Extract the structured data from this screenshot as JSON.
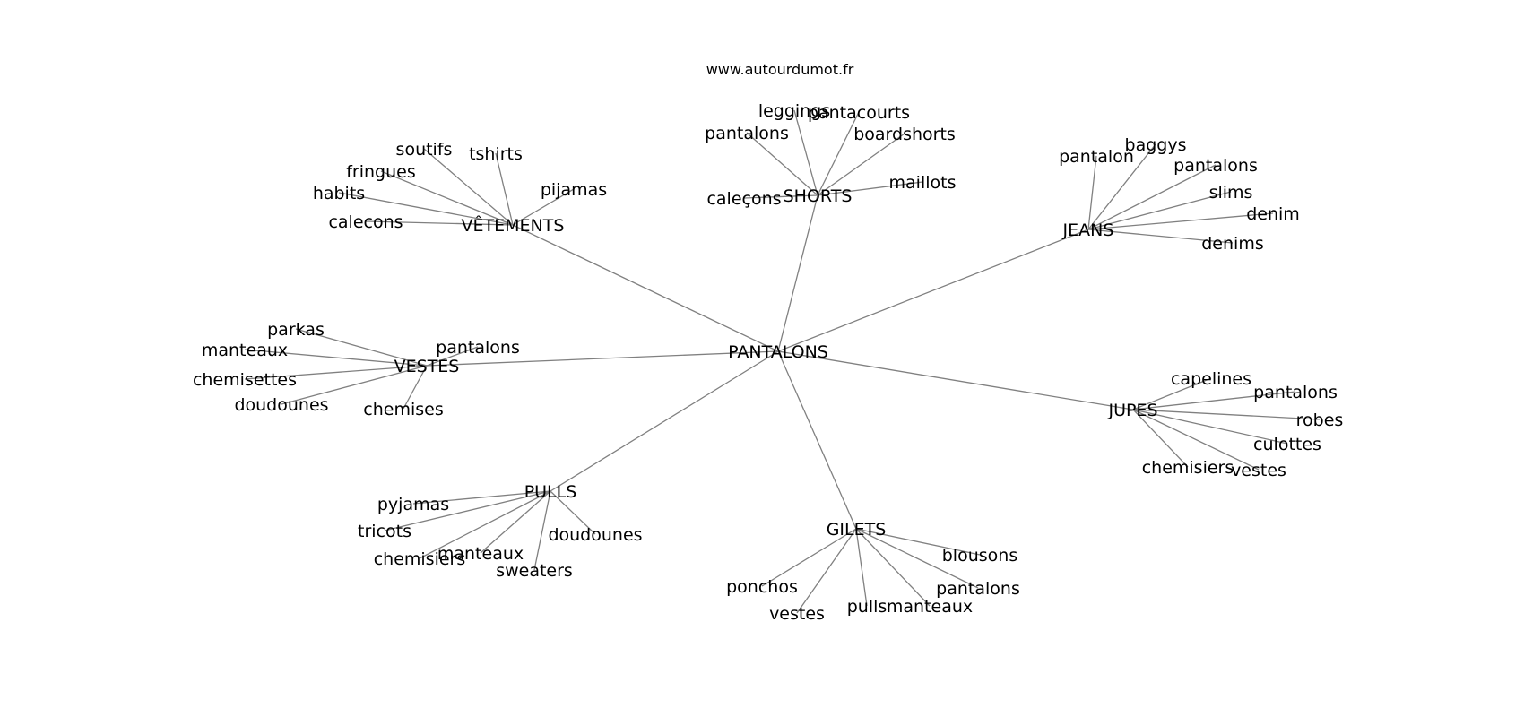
{
  "site": "www.autourdumot.fr",
  "colors": {
    "edge": "#808080",
    "text": "#000000",
    "background": "#ffffff"
  },
  "root": "PANTALONS",
  "groups": [
    {
      "label": "VÊTEMENTS",
      "children": [
        "calecons",
        "habits",
        "fringues",
        "soutifs",
        "tshirts",
        "pijamas"
      ]
    },
    {
      "label": "SHORTS",
      "children": [
        "caleçons",
        "pantalons",
        "leggings",
        "pantacourts",
        "boardshorts",
        "maillots"
      ]
    },
    {
      "label": "JEANS",
      "children": [
        "pantalon",
        "baggys",
        "pantalons",
        "slims",
        "denim",
        "denims"
      ]
    },
    {
      "label": "VESTES",
      "children": [
        "parkas",
        "manteaux",
        "chemisettes",
        "doudounes",
        "chemises",
        "pantalons"
      ]
    },
    {
      "label": "JUPES",
      "children": [
        "capelines",
        "pantalons",
        "robes",
        "culottes",
        "vestes",
        "chemisiers"
      ]
    },
    {
      "label": "PULLS",
      "children": [
        "pyjamas",
        "tricots",
        "chemisiers",
        "manteaux",
        "sweaters",
        "doudounes"
      ]
    },
    {
      "label": "GILETS",
      "children": [
        "blousons",
        "pantalons",
        "manteaux",
        "pulls",
        "vestes",
        "ponchos"
      ]
    }
  ]
}
